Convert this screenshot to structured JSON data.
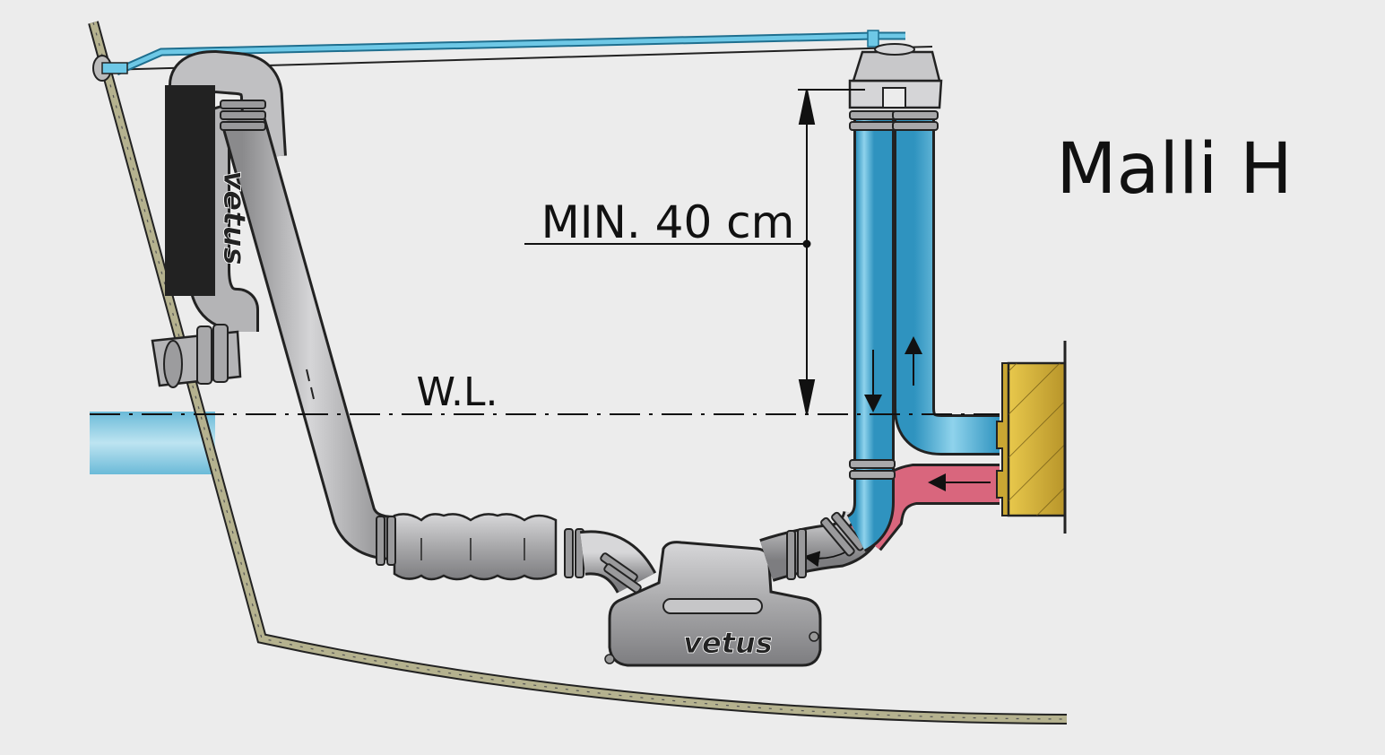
{
  "title": "Malli H",
  "labels": {
    "min_height": "MIN. 40 cm",
    "waterline": "W.L.",
    "brand_waterlock": "vetus",
    "brand_gooseneck": "vetus"
  },
  "colors": {
    "background": "#ececec",
    "sea_water": "#9fd3e6",
    "cooling_hose": "#52b4d8",
    "exhaust_hot": "#d9667d",
    "exhaust_pipe": "#a9a9ab",
    "engine": "#d8b63a",
    "hull": "#b5b28f"
  }
}
